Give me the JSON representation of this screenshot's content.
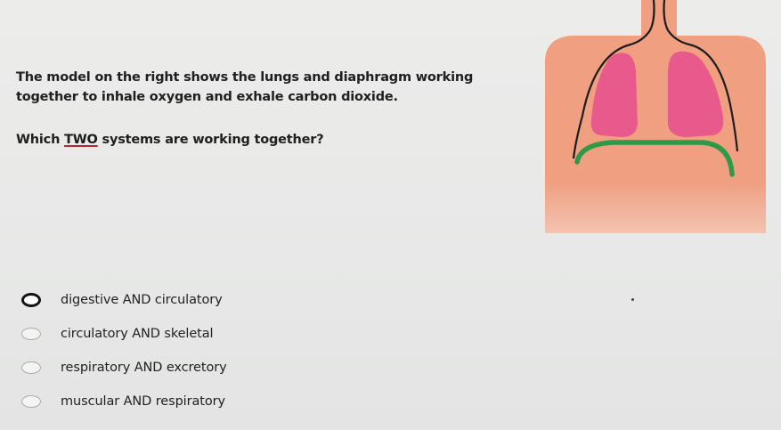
{
  "question": {
    "line1": "The model on the right shows the lungs and diaphragm working",
    "line2": "together to inhale oxygen and exhale carbon dioxide.",
    "prompt_before": "Which ",
    "prompt_emphasis": "TWO",
    "prompt_after": " systems are working together?"
  },
  "options": [
    {
      "label": "digestive AND circulatory",
      "selected": true
    },
    {
      "label": "circulatory AND skeletal",
      "selected": false
    },
    {
      "label": "respiratory AND excretory",
      "selected": false
    },
    {
      "label": "muscular AND respiratory",
      "selected": false
    }
  ],
  "colors": {
    "torso": "#f0a081",
    "lungs": "#e85a8c",
    "diaphragm": "#2e9a48",
    "emphasis_underline": "#b12a2a"
  }
}
